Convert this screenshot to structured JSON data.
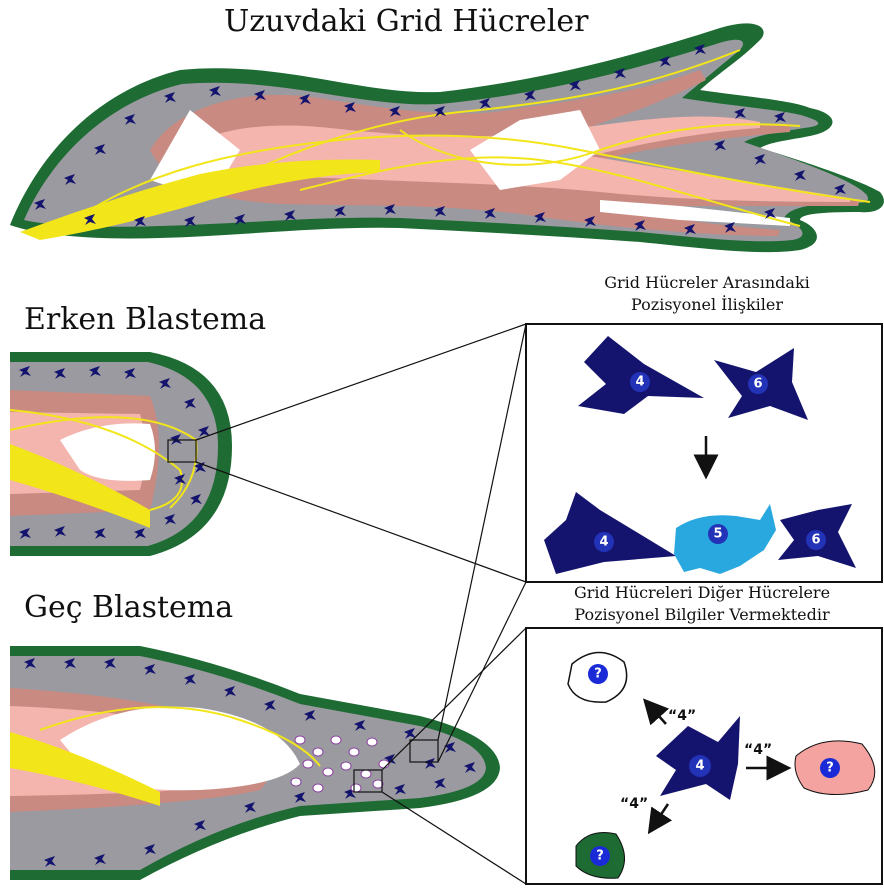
{
  "titles": {
    "main": "Uzuvdaki Grid Hücreler",
    "early": "Erken Blastema",
    "late": "Geç Blastema"
  },
  "panel_top": {
    "caption_line1": "Grid Hücreler Arasındaki",
    "caption_line2": "Pozisyonel İlişkiler",
    "cell_labels": [
      "4",
      "6",
      "4",
      "5",
      "6"
    ]
  },
  "panel_bottom": {
    "caption_line1": "Grid Hücreleri Diğer Hücrelere",
    "caption_line2": "Pozisyonel Bilgiler Vermektedir",
    "source_label": "4",
    "signal_label": "“4”",
    "target_label": "?"
  },
  "colors": {
    "skin": "#1e6b34",
    "tissue": "#9a9aa0",
    "muscle": "#c98a82",
    "muscle_light": "#f3b5ae",
    "bone": "#ffffff",
    "nerve": "#f2e51a",
    "grid_cell": "#14146e",
    "cell_light": "#29a8e0",
    "cell_pink": "#f4a3a0"
  }
}
